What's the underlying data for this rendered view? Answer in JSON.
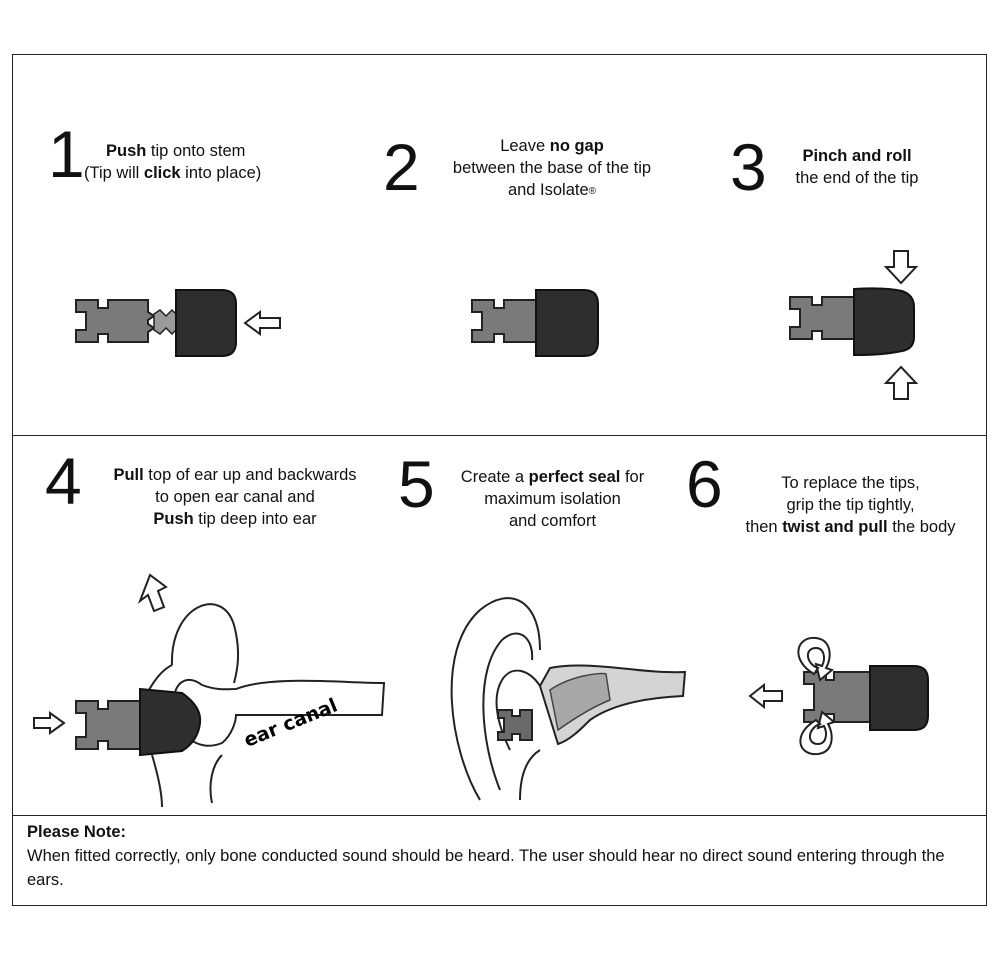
{
  "steps": [
    {
      "number": "1",
      "line1_bold": "Push",
      "line1_rest": " tip onto stem",
      "line2_pre": "(Tip will ",
      "line2_bold": "click",
      "line2_post": " into place)"
    },
    {
      "number": "2",
      "line1_pre": "Leave ",
      "line1_bold": "no gap",
      "line2": "between the base of the tip",
      "line3": "and Isolate",
      "reg": "®"
    },
    {
      "number": "3",
      "line1_bold": "Pinch and roll",
      "line2": "the end of the tip"
    },
    {
      "number": "4",
      "line1_bold": "Pull",
      "line1_rest": " top of ear up and backwards",
      "line2": "to open ear canal and",
      "line3_bold": "Push",
      "line3_rest": " tip deep into ear"
    },
    {
      "number": "5",
      "line1_pre": "Create a ",
      "line1_bold": "perfect seal",
      "line1_post": " for",
      "line2": "maximum isolation",
      "line3": "and comfort"
    },
    {
      "number": "6",
      "line1": "To replace the tips,",
      "line2": "grip the tip tightly,",
      "line3_pre": "then ",
      "line3_bold": "twist and pull",
      "line3_post": " the body"
    }
  ],
  "figure_labels": {
    "ear_canal": "ear canal"
  },
  "note": {
    "heading": "Please Note:",
    "body": "When fitted correctly, only bone conducted sound should be heard. The user should hear no direct sound entering through the ears."
  },
  "colors": {
    "stem": "#7a7a7a",
    "tip": "#2e2e2e",
    "line": "#222222",
    "canal_light": "#d4d4d4",
    "canal_mid": "#a8a8a8"
  }
}
